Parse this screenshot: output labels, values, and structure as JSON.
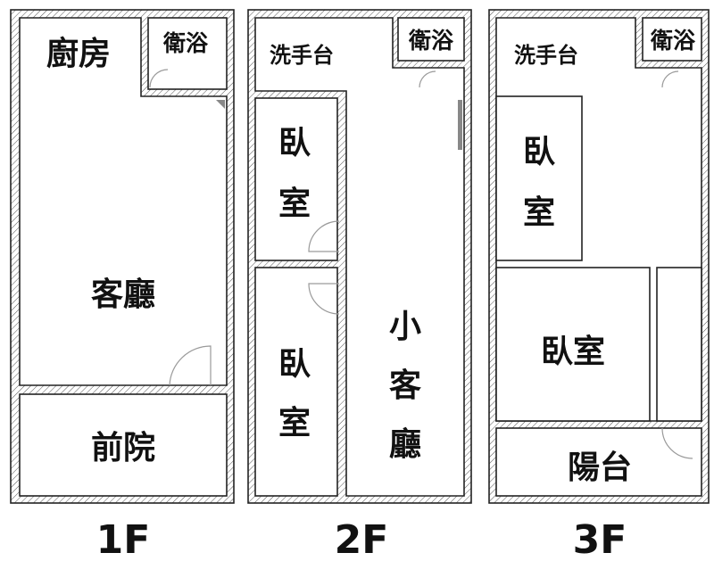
{
  "floors": [
    {
      "name": "1F",
      "rooms": {
        "kitchen": "廚房",
        "bathroom": "衛浴",
        "living_room": "客廳",
        "front_yard": "前院"
      }
    },
    {
      "name": "2F",
      "rooms": {
        "washbasin": "洗手台",
        "bathroom": "衛浴",
        "bedroom_upper_c1": "臥",
        "bedroom_upper_c2": "室",
        "bedroom_lower_c1": "臥",
        "bedroom_lower_c2": "室",
        "small_living_c1": "小",
        "small_living_c2": "客",
        "small_living_c3": "廳"
      }
    },
    {
      "name": "3F",
      "rooms": {
        "washbasin": "洗手台",
        "bathroom": "衛浴",
        "bedroom_upper_c1": "臥",
        "bedroom_upper_c2": "室",
        "bedroom_lower": "臥室",
        "balcony": "陽台"
      }
    }
  ]
}
